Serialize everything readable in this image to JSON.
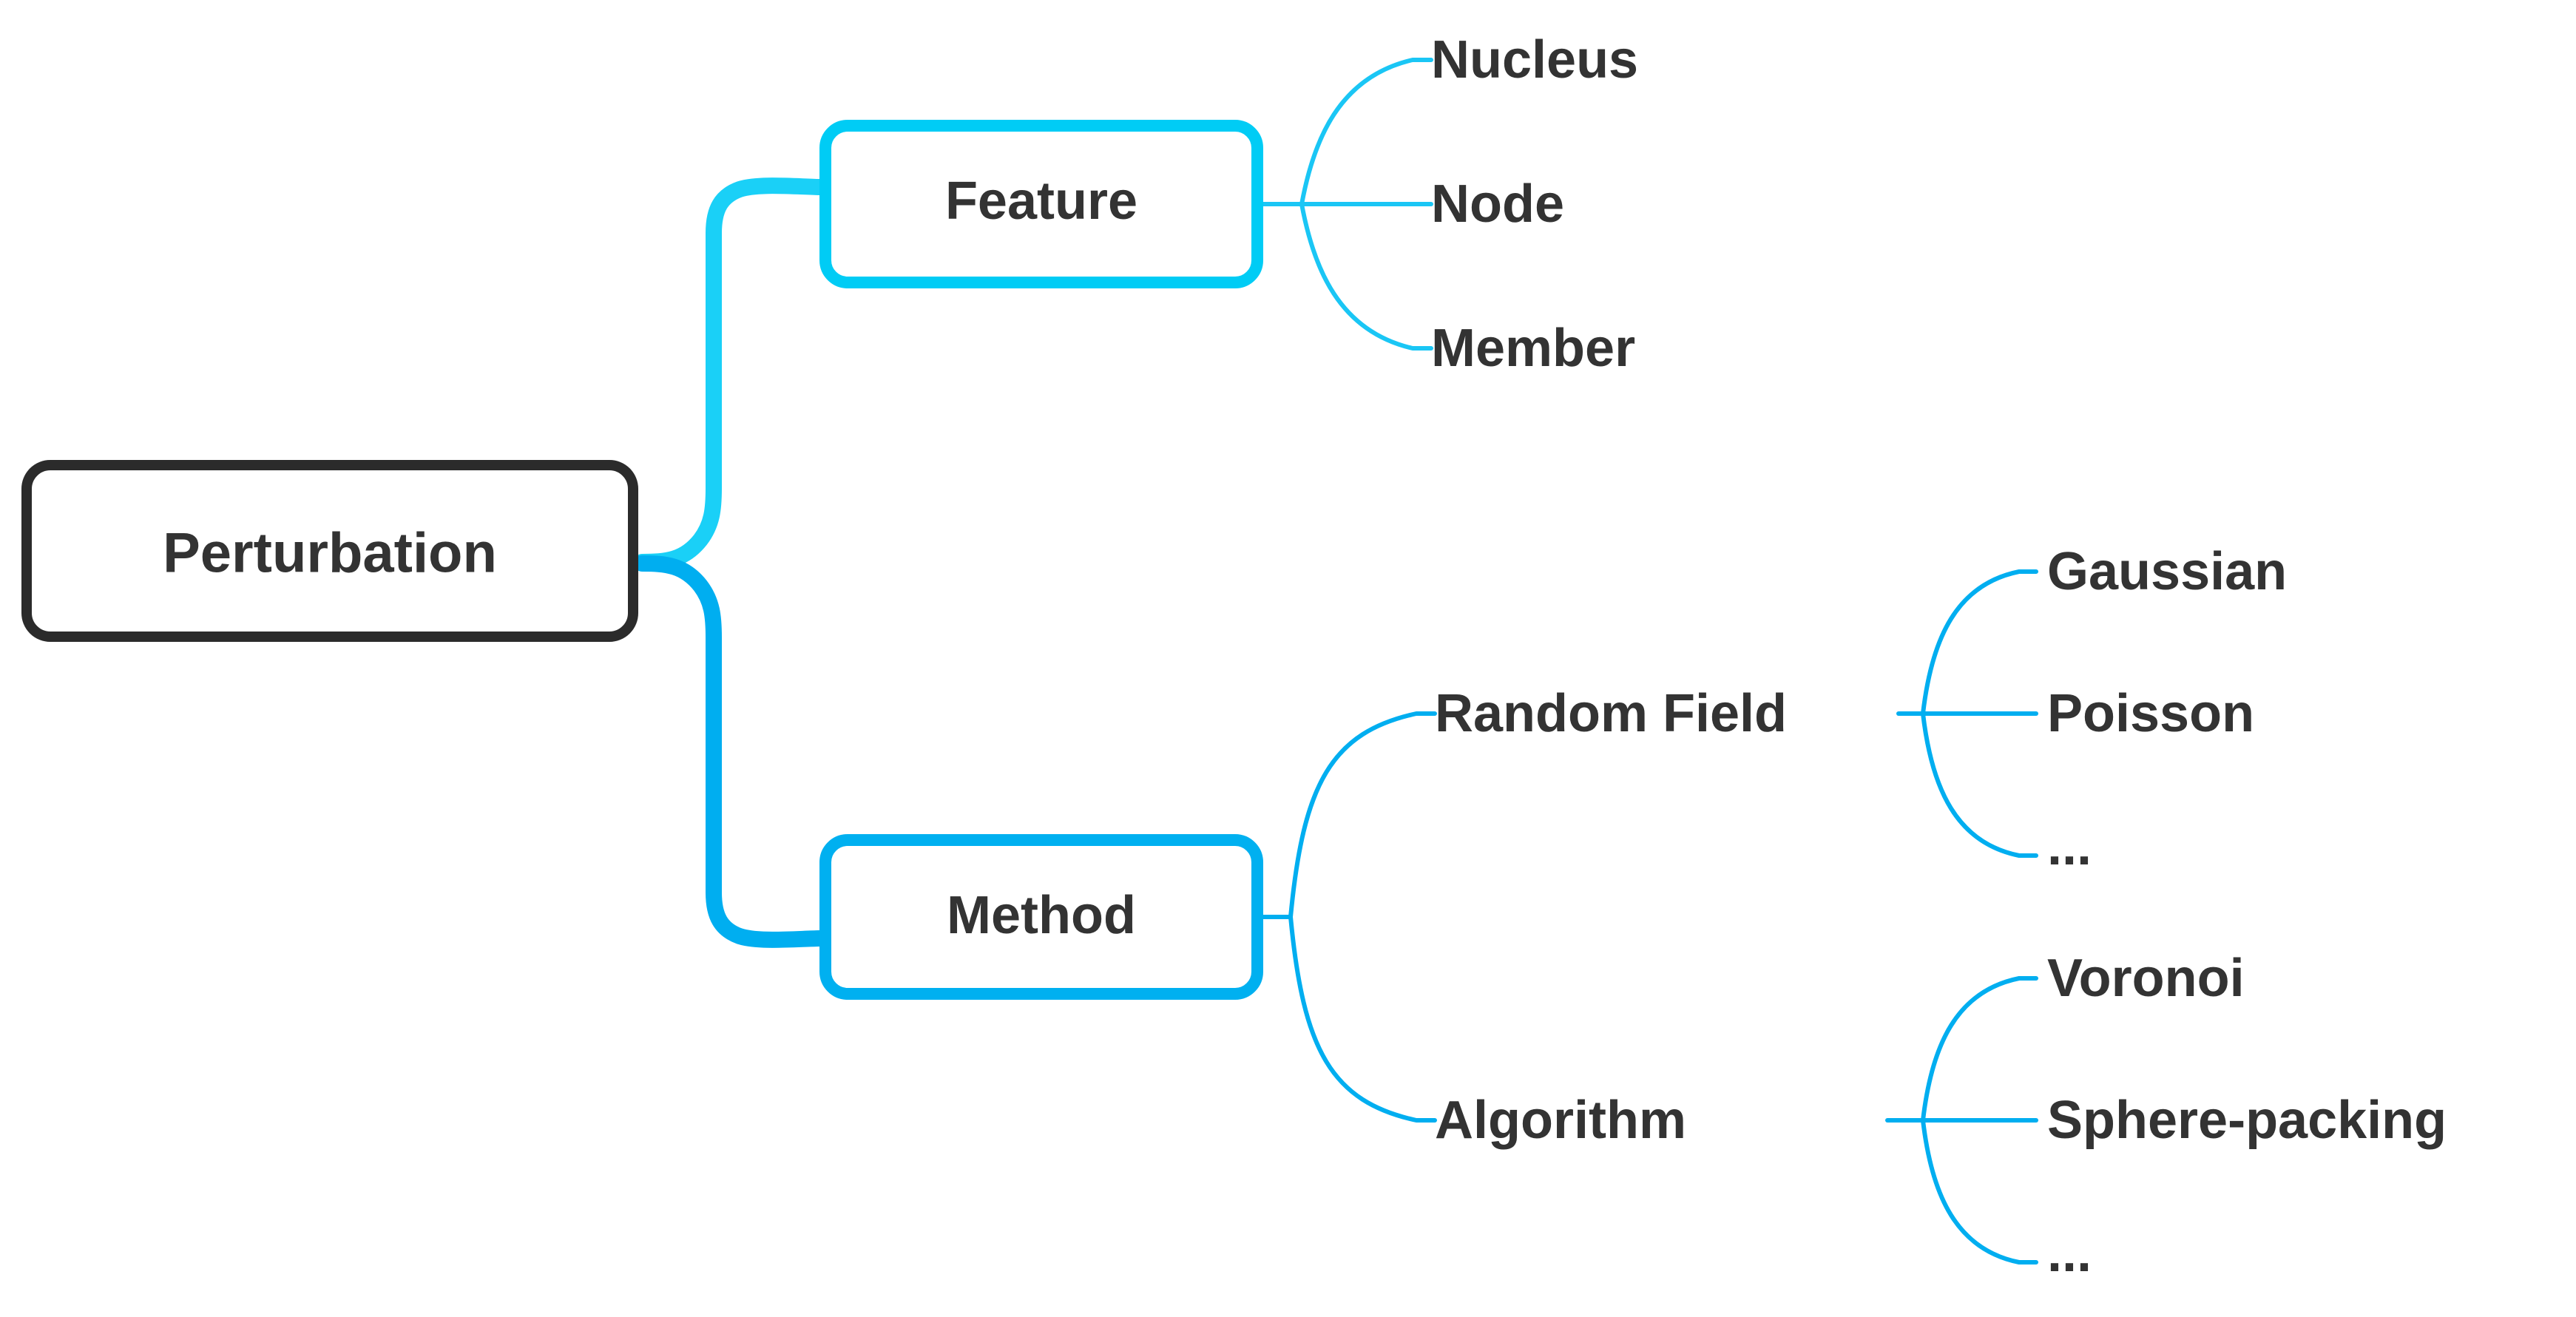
{
  "diagram": {
    "type": "mind-map",
    "orientation": "left-to-right",
    "background_color": "#ffffff",
    "text_color": "#333333",
    "root": {
      "label": "Perturbation",
      "border_color": "#2b2b2b",
      "fill_color": "#ffffff"
    },
    "branches": [
      {
        "label": "Feature",
        "border_color": "#00ccf5",
        "fill_color": "#ffffff",
        "link_color": "#1ad0f7",
        "children": [
          {
            "label": "Nucleus"
          },
          {
            "label": "Node"
          },
          {
            "label": "Member"
          }
        ]
      },
      {
        "label": "Method",
        "border_color": "#00b0f0",
        "fill_color": "#ffffff",
        "link_color": "#00aef0",
        "children": [
          {
            "label": "Random Field",
            "children": [
              {
                "label": "Gaussian"
              },
              {
                "label": "Poisson"
              },
              {
                "label": "..."
              }
            ]
          },
          {
            "label": "Algorithm",
            "children": [
              {
                "label": "Voronoi"
              },
              {
                "label": "Sphere-packing"
              },
              {
                "label": "..."
              }
            ]
          }
        ]
      }
    ]
  }
}
